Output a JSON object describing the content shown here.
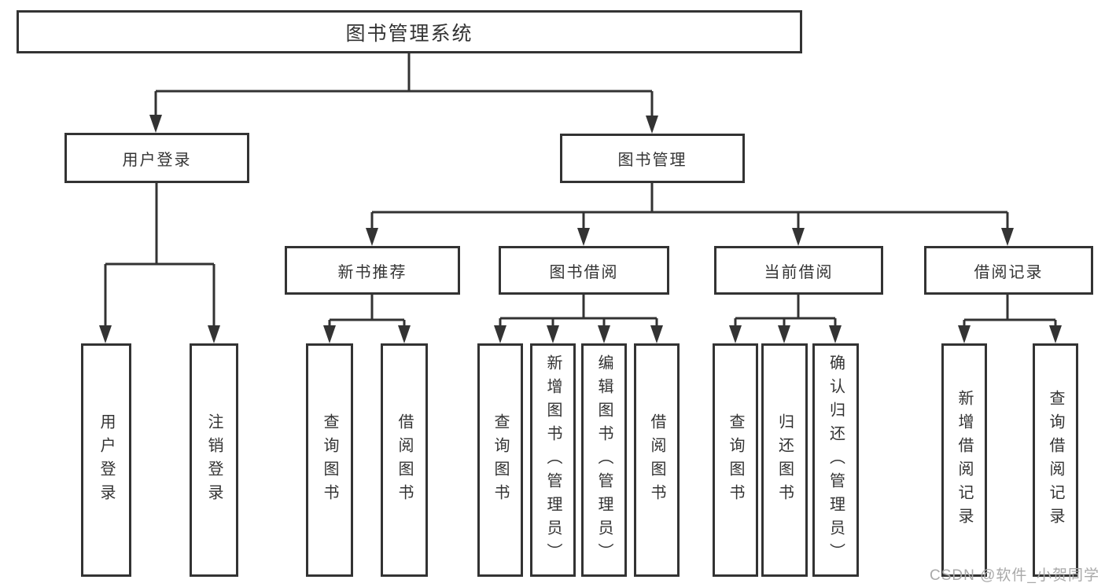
{
  "diagram": {
    "root": "图书管理系统",
    "level2": {
      "user_login": "用户登录",
      "book_management": "图书管理"
    },
    "level3": {
      "new_book": "新书推荐",
      "book_borrow": "图书借阅",
      "current_borrow": "当前借阅",
      "borrow_record": "借阅记录"
    },
    "leaves": {
      "user_login_1": "用户登录",
      "user_login_2": "注销登录",
      "new_book_1": "查询图书",
      "new_book_2": "借阅图书",
      "book_borrow_1": "查询图书",
      "book_borrow_2": "新增图书（管理员）",
      "book_borrow_3": "编辑图书（管理员）",
      "book_borrow_4": "借阅图书",
      "current_borrow_1": "查询图书",
      "current_borrow_2": "归还图书",
      "current_borrow_3": "确认归还（管理员）",
      "borrow_record_1": "新增借阅记录",
      "borrow_record_2": "查询借阅记录"
    }
  },
  "watermark": "CSDN @软件_小贺同学",
  "colors": {
    "line": "#333333",
    "box_border": "#333333",
    "text": "#333333",
    "watermark": "#a9a9a9",
    "background": "#ffffff"
  }
}
